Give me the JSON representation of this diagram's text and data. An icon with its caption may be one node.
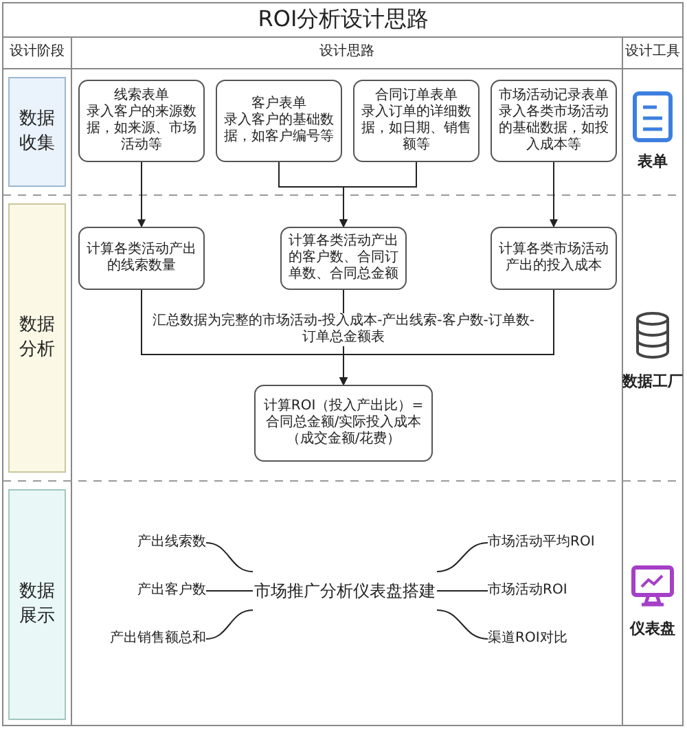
{
  "diagram": {
    "title": "ROI分析设计思路",
    "nodes": [
      {
        "text": [
          "数据收集"
        ]
      },
      {
        "text": [
          "线索表单",
          "录入客户的来源数据，如来源、市场活动等"
        ]
      },
      {
        "text": [
          "客户表单",
          "录入客户的基础数据，如客户编号等"
        ]
      },
      {
        "text": [
          "合同订单表单",
          "录入订单的详细数据，如日期、销售额等"
        ]
      },
      {
        "text": [
          "市场活动记录表单",
          "录入各类市场活动的基础数据，如投入成本等"
        ]
      },
      {
        "text": [
          "数据分析"
        ]
      },
      {
        "text": [
          "计算各类活动产出的线索数量"
        ]
      },
      {
        "text": [
          "计算各类活动产出的客户数、合同订单数、合同总金额"
        ]
      },
      {
        "text": [
          "计算各类市场活动产出的投入成本"
        ]
      },
      {
        "text": [
          "计算ROI（投入产出比）= 合同总金额/实际投入成本（成交金额/花费）"
        ]
      },
      {
        "text": [
          "数据展示"
        ]
      },
      {
        "text": [
          "产出线索数"
        ]
      },
      {
        "text": [
          "产出客户数"
        ]
      },
      {
        "text": [
          "产出销售额总和"
        ]
      },
      {
        "text": [
          "市场推广分析仪表盘搭建"
        ]
      },
      {
        "text": [
          "市场活动平均ROI"
        ]
      },
      {
        "text": [
          "市场活动ROI"
        ]
      },
      {
        "text": [
          "渠道ROI对比"
        ]
      }
    ],
    "edges": [
      {
        "from": 1,
        "to": 6,
        "arrow": "to"
      },
      {
        "from": 2,
        "to": 7,
        "arrow": "to"
      },
      {
        "from": 3,
        "to": 7,
        "arrow": "to"
      },
      {
        "from": 4,
        "to": 8,
        "arrow": "to"
      },
      {
        "from": 6,
        "to": 9,
        "arrow": "to"
      },
      {
        "from": 7,
        "to": 9,
        "arrow": "to",
        "label": "汇总数据为完整的市场活动-投入成本-产出线索-客户数-订单数-订单总金额表"
      },
      {
        "from": 8,
        "to": 9,
        "arrow": "to"
      },
      {
        "from": 11,
        "to": 14,
        "arrow": "none"
      },
      {
        "from": 12,
        "to": 14,
        "arrow": "none"
      },
      {
        "from": 13,
        "to": 14,
        "arrow": "none"
      },
      {
        "from": 14,
        "to": 15,
        "arrow": "none"
      },
      {
        "from": 14,
        "to": 16,
        "arrow": "none"
      },
      {
        "from": 14,
        "to": 17,
        "arrow": "none"
      }
    ],
    "labels": [
      "设计阶段",
      "设计思路",
      "设计工具",
      "表单",
      "数据工厂",
      "仪表盘"
    ]
  }
}
